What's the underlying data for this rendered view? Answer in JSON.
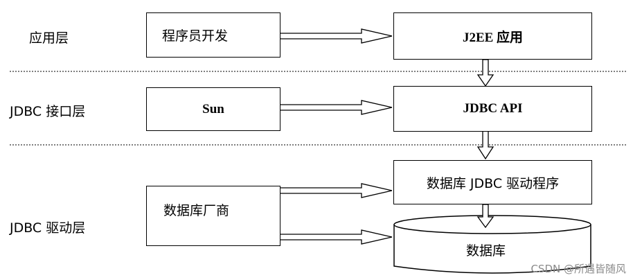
{
  "layers": {
    "application": "应用层",
    "jdbc_interface": "JDBC 接口层",
    "jdbc_driver": "JDBC 驱动层"
  },
  "boxes": {
    "developer": "程序员开发",
    "j2ee_app": "J2EE 应用",
    "sun": "Sun",
    "jdbc_api": "JDBC API",
    "db_vendor": "数据库厂商",
    "jdbc_driver_program": "数据库 JDBC 驱动程序",
    "database": "数据库"
  },
  "watermark": "CSDN @所遇皆随风"
}
